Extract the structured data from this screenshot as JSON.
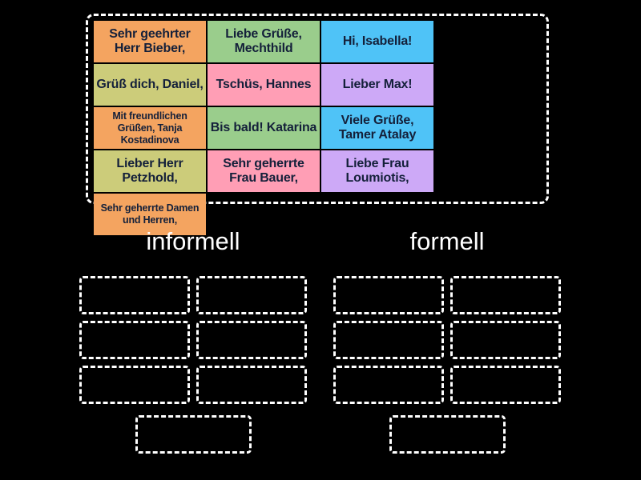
{
  "activity": {
    "type": "group-sort",
    "background_color": "#000000",
    "border_color": "#ffffff"
  },
  "tile_bank": {
    "name": "unsorted-tiles",
    "tiles": [
      {
        "text": "Sehr geehrter Herr Bieber,",
        "color": "#F4A460",
        "size": "normal"
      },
      {
        "text": "Liebe Grüße, Mechthild",
        "color": "#9ACD8C",
        "size": "normal"
      },
      {
        "text": "Hi, Isabella!",
        "color": "#4FC3F7",
        "size": "normal"
      },
      {
        "text": "Grüß dich, Daniel,",
        "color": "#CCCC7A",
        "size": "normal"
      },
      {
        "text": "Tschüs, Hannes",
        "color": "#FF9EB5",
        "size": "normal"
      },
      {
        "text": "Lieber Max!",
        "color": "#CDA9F7",
        "size": "normal"
      },
      {
        "text": "Mit freundlichen Grüßen, Tanja Kostadinova",
        "color": "#F4A460",
        "size": "small"
      },
      {
        "text": "Bis bald! Katarina",
        "color": "#9ACD8C",
        "size": "normal"
      },
      {
        "text": "Viele Grüße, Tamer Atalay",
        "color": "#4FC3F7",
        "size": "normal"
      },
      {
        "text": "Lieber Herr Petzhold,",
        "color": "#CCCC7A",
        "size": "normal"
      },
      {
        "text": "Sehr geherrte Frau Bauer,",
        "color": "#FF9EB5",
        "size": "normal"
      },
      {
        "text": "Liebe Frau Loumiotis,",
        "color": "#CDA9F7",
        "size": "normal"
      },
      {
        "text": "Sehr geherrte Damen und Herren,",
        "color": "#F4A460",
        "size": "small"
      }
    ]
  },
  "groups": [
    {
      "title": "informell",
      "slots": [
        "",
        "",
        "",
        "",
        "",
        "",
        ""
      ]
    },
    {
      "title": "formell",
      "slots": [
        "",
        "",
        "",
        "",
        "",
        "",
        ""
      ]
    }
  ]
}
